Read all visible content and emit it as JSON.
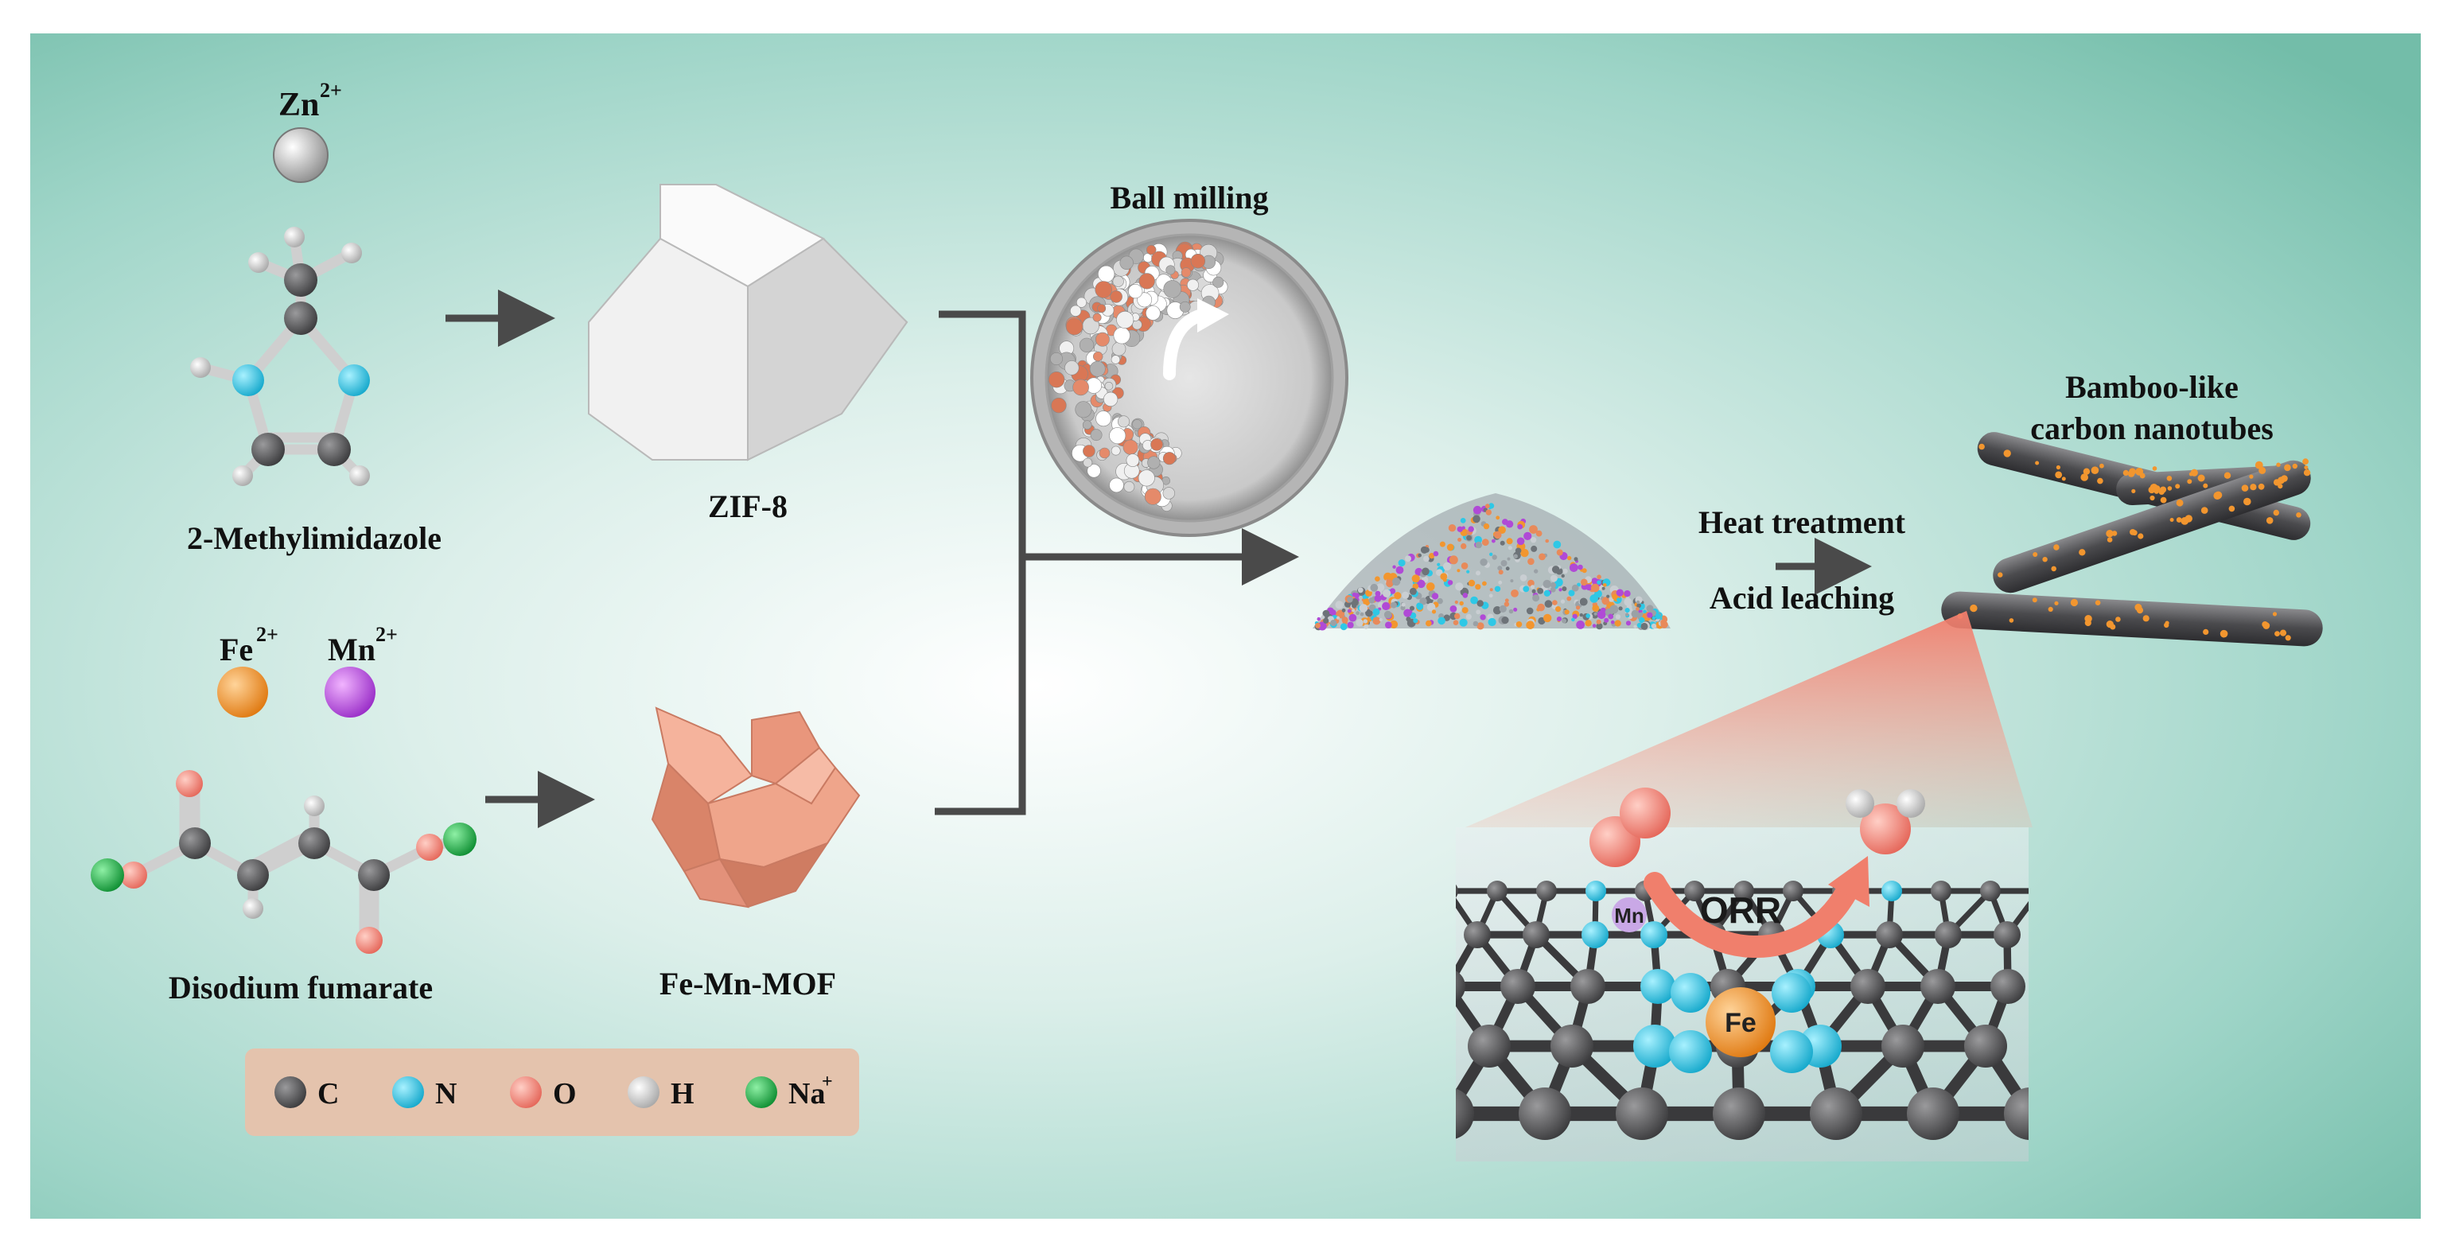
{
  "labels": {
    "zn": "Zn",
    "zn_charge": "2+",
    "methylimidazole": "2-Methylimidazole",
    "zif8": "ZIF-8",
    "fe": "Fe",
    "fe_charge": "2+",
    "mn": "Mn",
    "mn_charge": "2+",
    "disodium_fumarate": "Disodium fumarate",
    "femnmof": "Fe-Mn-MOF",
    "ball_milling": "Ball milling",
    "heat_treatment": "Heat treatment",
    "acid_leaching": "Acid leaching",
    "cnt_line1": "Bamboo-like",
    "cnt_line2": "carbon nanotubes",
    "orr": "ORR",
    "site_mn": "Mn",
    "site_fe": "Fe"
  },
  "legend": [
    {
      "symbol": "C",
      "charge": "",
      "color": "#5a5a5c"
    },
    {
      "symbol": "N",
      "charge": "",
      "color": "#2ec8e6"
    },
    {
      "symbol": "O",
      "charge": "",
      "color": "#f0877a"
    },
    {
      "symbol": "H",
      "charge": "",
      "color": "#d6d6d6"
    },
    {
      "symbol": "Na",
      "charge": "+",
      "color": "#1fb34a"
    }
  ],
  "colors": {
    "background": "#8fcfc0",
    "arrow": "#4a4a4a",
    "iron": "#f2962f",
    "manganese": "#b04ad6",
    "mof": "#e99a7e",
    "legend_box": "#e4c3ad",
    "zoom_cone": "#f27d6b"
  }
}
